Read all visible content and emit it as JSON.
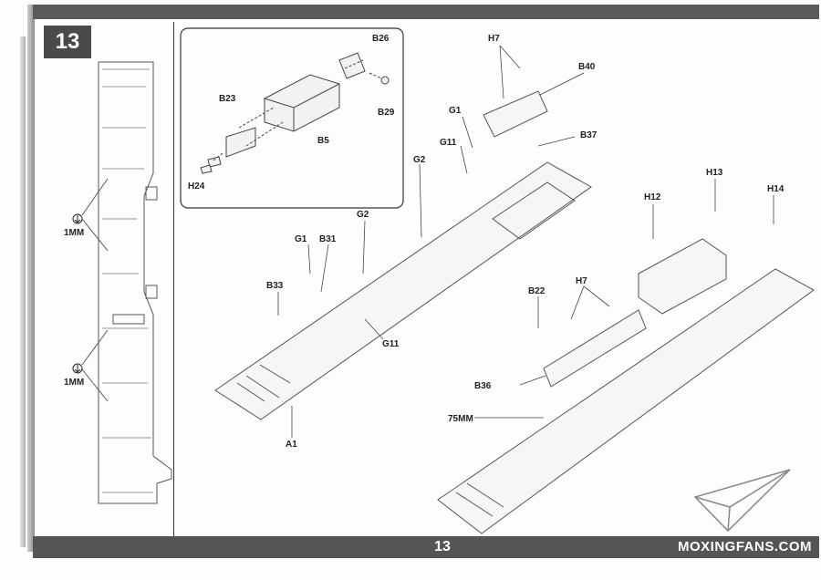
{
  "step": {
    "number": "13"
  },
  "footer": {
    "page_number": "13",
    "brand": "MOXINGFANS.COM"
  },
  "side_view": {
    "measure_top": "1MM",
    "measure_bottom": "1MM"
  },
  "inset": {
    "labels": {
      "b26": "B26",
      "b23": "B23",
      "b29": "B29",
      "b5": "B5",
      "h24": "H24"
    }
  },
  "main": {
    "labels": {
      "h7_top": "H7",
      "b40": "B40",
      "g1_top": "G1",
      "g11_top": "G11",
      "b37": "B37",
      "g2_top": "G2",
      "g2_mid": "G2",
      "g1_mid": "G1",
      "b31": "B31",
      "b33": "B33",
      "g11_mid": "G11",
      "a1": "A1",
      "h13": "H13",
      "h12": "H12",
      "h14": "H14",
      "h7_low": "H7",
      "b22": "B22",
      "b36": "B36",
      "measure_75": "75MM"
    }
  },
  "colors": {
    "bar": "#555555",
    "step_box": "#4a4a4a",
    "line": "#333333"
  }
}
